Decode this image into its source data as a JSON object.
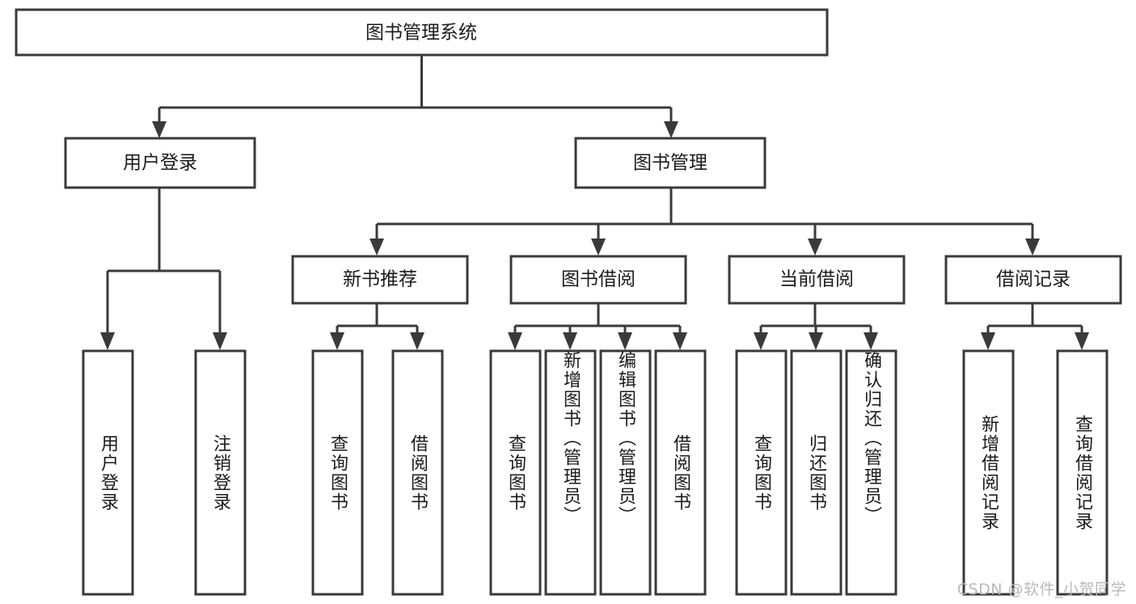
{
  "diagram": {
    "title": "图书管理系统",
    "type": "tree-hierarchy",
    "root": {
      "id": "root",
      "label": "图书管理系统"
    },
    "level2": [
      {
        "id": "user-login",
        "label": "用户登录"
      },
      {
        "id": "book-manage",
        "label": "图书管理"
      }
    ],
    "level3": [
      {
        "id": "new-book-rec",
        "label": "新书推荐",
        "parent": "book-manage"
      },
      {
        "id": "book-borrow",
        "label": "图书借阅",
        "parent": "book-manage"
      },
      {
        "id": "current-borrow",
        "label": "当前借阅",
        "parent": "book-manage"
      },
      {
        "id": "borrow-record",
        "label": "借阅记录",
        "parent": "book-manage"
      }
    ],
    "leaves": {
      "user-login": [
        {
          "id": "leaf-user-login",
          "label": "用户登录"
        },
        {
          "id": "leaf-logout",
          "label": "注销登录"
        }
      ],
      "new-book-rec": [
        {
          "id": "leaf-query-book-1",
          "label": "查询图书"
        },
        {
          "id": "leaf-borrow-book-1",
          "label": "借阅图书"
        }
      ],
      "book-borrow": [
        {
          "id": "leaf-query-book-2",
          "label": "查询图书"
        },
        {
          "id": "leaf-add-book",
          "label": "新增图书（管理员）"
        },
        {
          "id": "leaf-edit-book",
          "label": "编辑图书（管理员）"
        },
        {
          "id": "leaf-borrow-book-2",
          "label": "借阅图书"
        }
      ],
      "current-borrow": [
        {
          "id": "leaf-query-book-3",
          "label": "查询图书"
        },
        {
          "id": "leaf-return-book",
          "label": "归还图书"
        },
        {
          "id": "leaf-confirm-return",
          "label": "确认归还（管理员）"
        }
      ],
      "borrow-record": [
        {
          "id": "leaf-add-record",
          "label": "新增借阅记录"
        },
        {
          "id": "leaf-query-record",
          "label": "查询借阅记录"
        }
      ]
    }
  },
  "watermark": {
    "text": "CSDN @软件_小贺同学"
  },
  "colors": {
    "stroke": "#3a3a3a",
    "box_fill": "#ffffff",
    "text": "#1b1b1b",
    "watermark": "#b9b9b9",
    "background": "#ffffff"
  }
}
